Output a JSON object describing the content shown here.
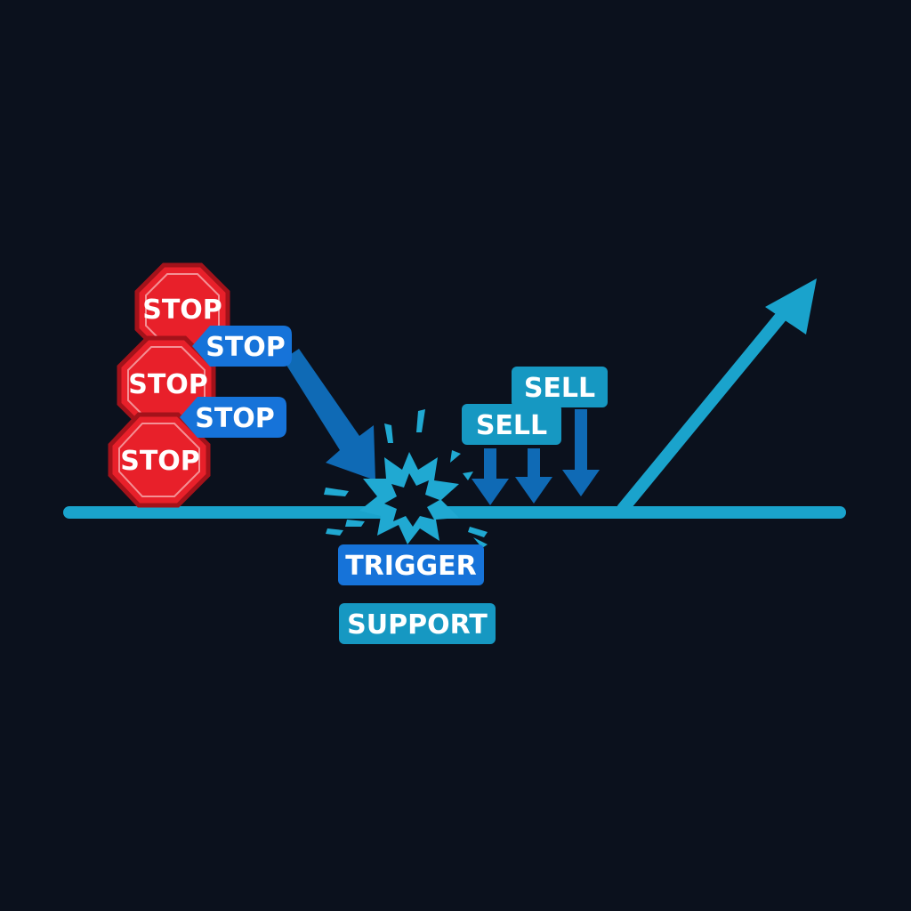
{
  "colors": {
    "background": "#0b111d",
    "stop_red": "#e8202a",
    "stop_red_dark": "#a3121a",
    "stop_text": "#ffffff",
    "tag_blue": "#1673d9",
    "tag_cyan": "#1698c2",
    "line_cyan": "#1aa3cc",
    "arrow_blue": "#0f6ab5",
    "burst_cyan": "#20a9d2",
    "burst_core": "#0b111d"
  },
  "stop_signs": [
    {
      "label": "STOP"
    },
    {
      "label": "STOP"
    },
    {
      "label": "STOP"
    }
  ],
  "stop_tags": [
    {
      "label": "STOP"
    },
    {
      "label": "STOP"
    }
  ],
  "sell_tags": [
    {
      "label": "SELL"
    },
    {
      "label": "SELL"
    }
  ],
  "labels": {
    "trigger": "TRIGGER",
    "support": "SUPPORT"
  },
  "icons": {
    "stop_sign": "octagon-stop-icon",
    "down_arrow": "arrow-down-icon",
    "burst": "explosion-burst-icon",
    "trend_arrow": "arrow-up-right-icon"
  }
}
